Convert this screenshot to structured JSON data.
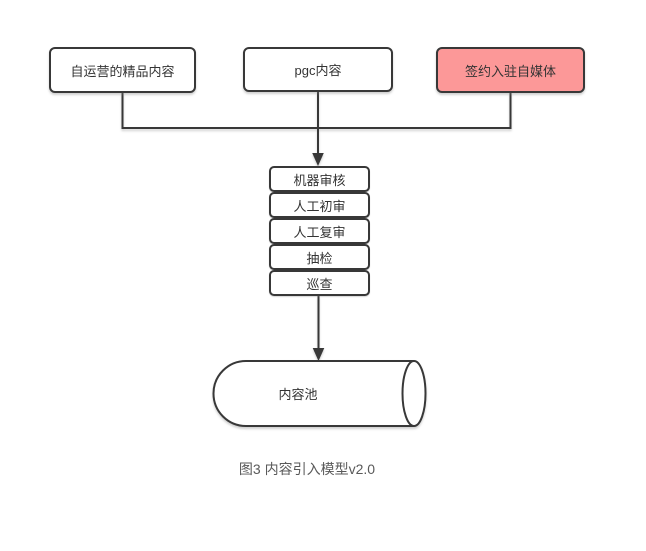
{
  "diagram": {
    "caption": "图3 内容引入模型v2.0",
    "colors": {
      "line": "#383838",
      "node_fill": "#ffffff",
      "highlight_fill": "#fc9898",
      "node_text": "#333333",
      "caption_text": "#595959"
    },
    "sources": [
      {
        "label": "自运营的精品内容",
        "highlighted": false
      },
      {
        "label": "pgc内容",
        "highlighted": false
      },
      {
        "label": "签约入驻自媒体",
        "highlighted": true
      }
    ],
    "review_steps": [
      {
        "label": "机器审核"
      },
      {
        "label": "人工初审"
      },
      {
        "label": "人工复审"
      },
      {
        "label": "抽检"
      },
      {
        "label": "巡查"
      }
    ],
    "sink": {
      "label": "内容池",
      "shape": "horizontal-cylinder"
    }
  }
}
